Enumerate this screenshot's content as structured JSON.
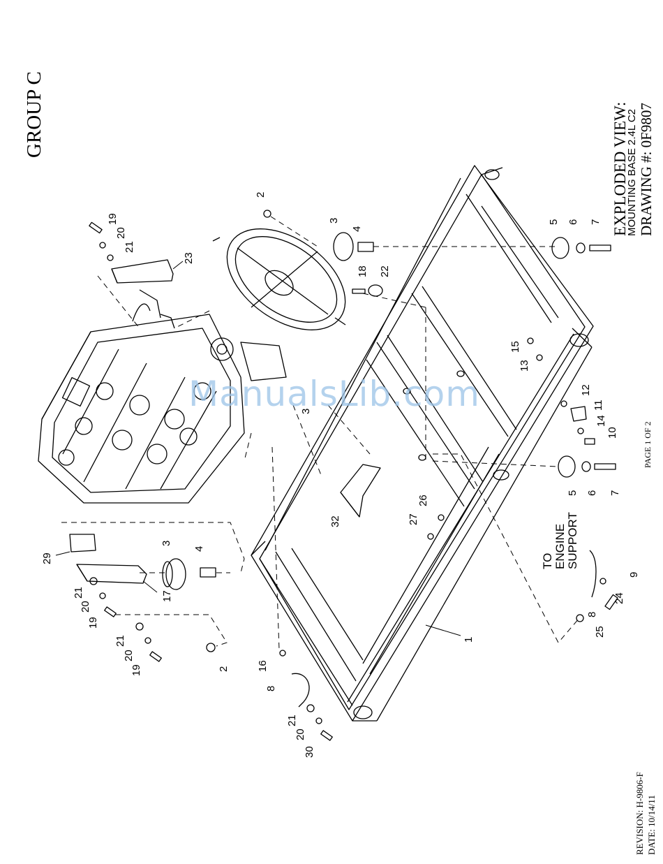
{
  "header": {
    "group": "GROUP C"
  },
  "title_block": {
    "line1": "EXPLODED VIEW:",
    "line2": "MOUNTING BASE 2.4L C2",
    "line3": "DRAWING #: 0F9807"
  },
  "page_label": "PAGE 1 OF 2",
  "revision": {
    "revision": "REVISION: H-9806-F",
    "date": "DATE: 10/14/11"
  },
  "watermark": "ManualsLib.com",
  "callouts": {
    "c2a": "2",
    "c3a": "3",
    "c4a": "4",
    "c5a": "5",
    "c6a": "6",
    "c7a": "7",
    "c19a": "19",
    "c20a": "20",
    "c21a": "21",
    "c23": "23",
    "c18": "18",
    "c22": "22",
    "c15": "15",
    "c13": "13",
    "c12": "12",
    "c11": "11",
    "c14": "14",
    "c10": "10",
    "c5b": "5",
    "c6b": "6",
    "c7b": "7",
    "c3b": "3",
    "c32": "32",
    "c27": "27",
    "c26": "26",
    "c29": "29",
    "c3c": "3",
    "c4b": "4",
    "c17": "17",
    "c21b": "21",
    "c20b": "20",
    "c19b": "19",
    "c21c": "21",
    "c20c": "20",
    "c19c": "19",
    "c2b": "2",
    "c16": "16",
    "c8a": "8",
    "c21d": "21",
    "c20d": "20",
    "c30": "30",
    "c1": "1",
    "c25": "25",
    "c8b": "8",
    "c24": "24",
    "c9": "9"
  },
  "engine_support": {
    "line1": "TO",
    "line2": "ENGINE",
    "line3": "SUPPORT"
  }
}
